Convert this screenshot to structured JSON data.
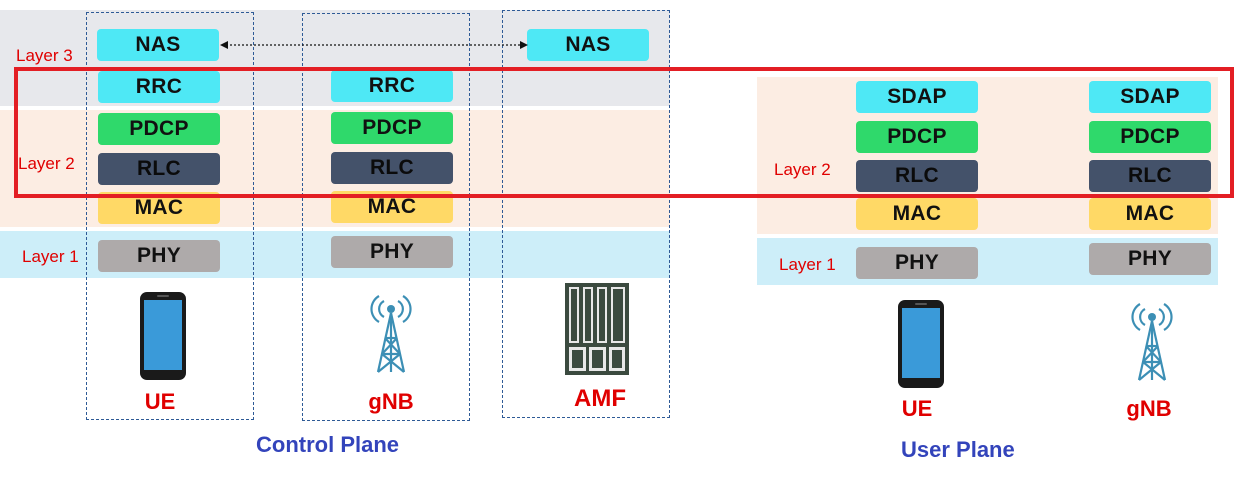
{
  "control_plane": {
    "title": "Control Plane",
    "layer_labels": {
      "l3": "Layer 3",
      "l2": "Layer 2",
      "l1": "Layer 1"
    },
    "ue": {
      "nas": "NAS",
      "rrc": "RRC",
      "pdcp": "PDCP",
      "rlc": "RLC",
      "mac": "MAC",
      "phy": "PHY",
      "label": "UE"
    },
    "gnb": {
      "rrc": "RRC",
      "pdcp": "PDCP",
      "rlc": "RLC",
      "mac": "MAC",
      "phy": "PHY",
      "label": "gNB"
    },
    "amf": {
      "nas": "NAS",
      "label": "AMF"
    }
  },
  "user_plane": {
    "title": "User Plane",
    "layer_labels": {
      "l2": "Layer 2",
      "l1": "Layer 1"
    },
    "ue": {
      "sdap": "SDAP",
      "pdcp": "PDCP",
      "rlc": "RLC",
      "mac": "MAC",
      "phy": "PHY",
      "label": "UE"
    },
    "gnb": {
      "sdap": "SDAP",
      "pdcp": "PDCP",
      "rlc": "RLC",
      "mac": "MAC",
      "phy": "PHY",
      "label": "gNB"
    }
  },
  "colors": {
    "nas_rrc_sdap": "#4ee8f5",
    "pdcp": "#2fd96b",
    "rlc": "#44526a",
    "mac": "#ffd966",
    "phy": "#aeaaaa",
    "layer3_band": "#e7e8ec",
    "layer2_band": "#fcede3",
    "layer1_band": "#cdeef9",
    "highlight": "#e31e24",
    "node_label": "#e00000",
    "plane_title": "#3344bb"
  },
  "icons": [
    "phone-icon",
    "antenna-tower-icon",
    "server-rack-icon"
  ]
}
